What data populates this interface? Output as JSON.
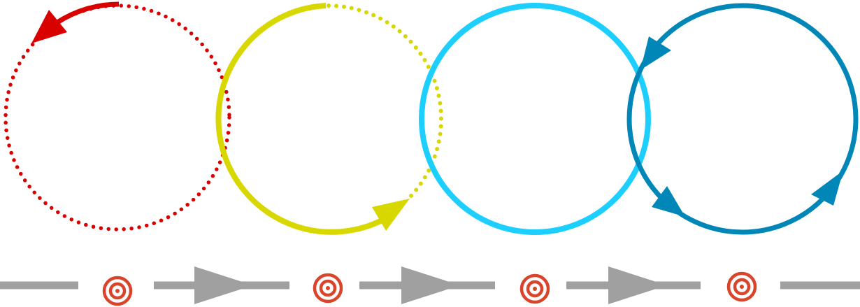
{
  "colors": {
    "stage1": "#d90000",
    "stage2": "#d8d800",
    "stage3": "#1ccfff",
    "stage4": "#0087b8",
    "timeline": "#a0a0a0",
    "target": "#d9442b"
  },
  "stages": [
    {
      "id": "stage-1",
      "style": "dotted-with-arrow",
      "icon": "curved-arrow-icon"
    },
    {
      "id": "stage-2",
      "style": "partial-solid-with-arrow",
      "icon": "curved-arrow-icon"
    },
    {
      "id": "stage-3",
      "style": "solid-ring",
      "icon": "ring-icon"
    },
    {
      "id": "stage-4",
      "style": "solid-ring-four-arrows",
      "icon": "cycle-icon"
    }
  ],
  "timeline": {
    "milestones": 4,
    "milestone_icon": "target-icon",
    "connector_icon": "arrow-right-icon"
  }
}
